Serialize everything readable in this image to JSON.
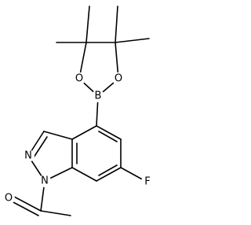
{
  "figure": {
    "atom_labels": {
      "boron": "B",
      "oxygen_left": "O",
      "oxygen_right": "O",
      "nitrogen_n2": "N",
      "nitrogen_n1": "N",
      "fluorine": "F",
      "oxygen_carbonyl": "O"
    }
  }
}
